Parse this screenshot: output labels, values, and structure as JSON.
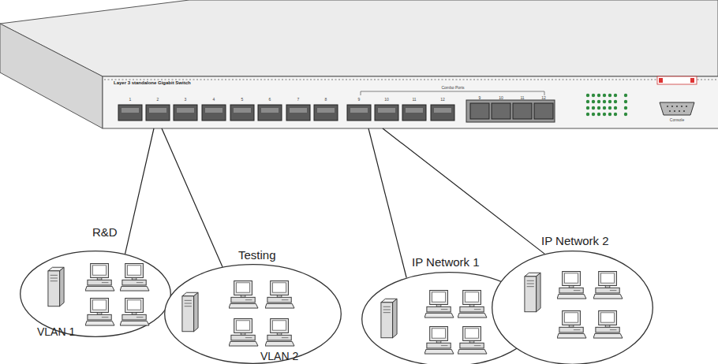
{
  "diagram": {
    "nodes": [
      {
        "text": [
          "Layer 3 standalone Gigabit Switch"
        ]
      },
      {
        "text": [
          "R&D",
          "VLAN 1"
        ]
      },
      {
        "text": [
          "Testing",
          "VLAN 2"
        ]
      },
      {
        "text": [
          "IP Network 1"
        ]
      },
      {
        "text": [
          "IP Network 2"
        ]
      }
    ],
    "edges": [
      {
        "from": 0,
        "to": 1,
        "arrow": "none"
      },
      {
        "from": 0,
        "to": 2,
        "arrow": "none"
      },
      {
        "from": 0,
        "to": 3,
        "arrow": "none"
      },
      {
        "from": 0,
        "to": 4,
        "arrow": "none"
      }
    ],
    "labels": [
      "1",
      "2",
      "3",
      "4",
      "5",
      "6",
      "7",
      "8",
      "9",
      "10",
      "11",
      "12",
      "9",
      "10",
      "11",
      "12",
      "Combo Ports",
      "Console"
    ]
  }
}
